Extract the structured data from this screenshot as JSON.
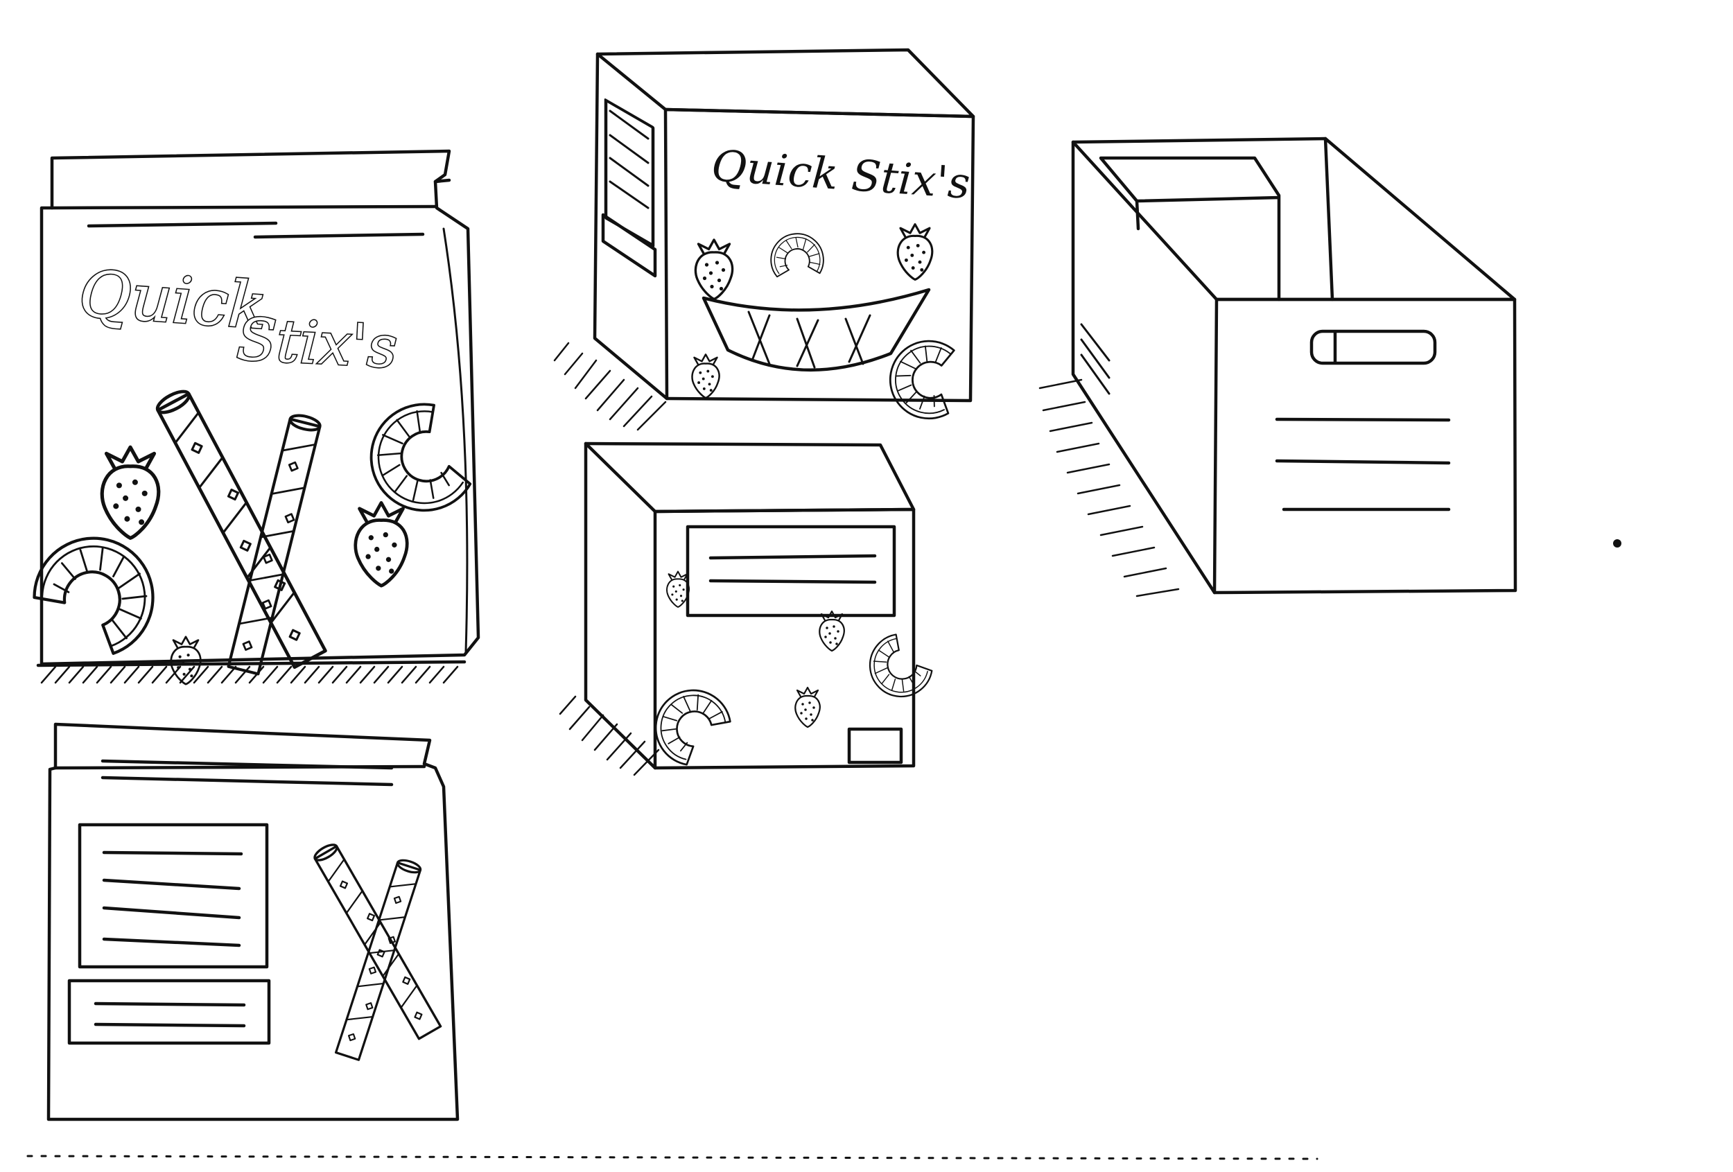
{
  "sketch": {
    "bag_front": {
      "brand_word_1": "Quick",
      "brand_word_2": "Stix's"
    },
    "box_front": {
      "brand": "Quick Stix's"
    }
  }
}
